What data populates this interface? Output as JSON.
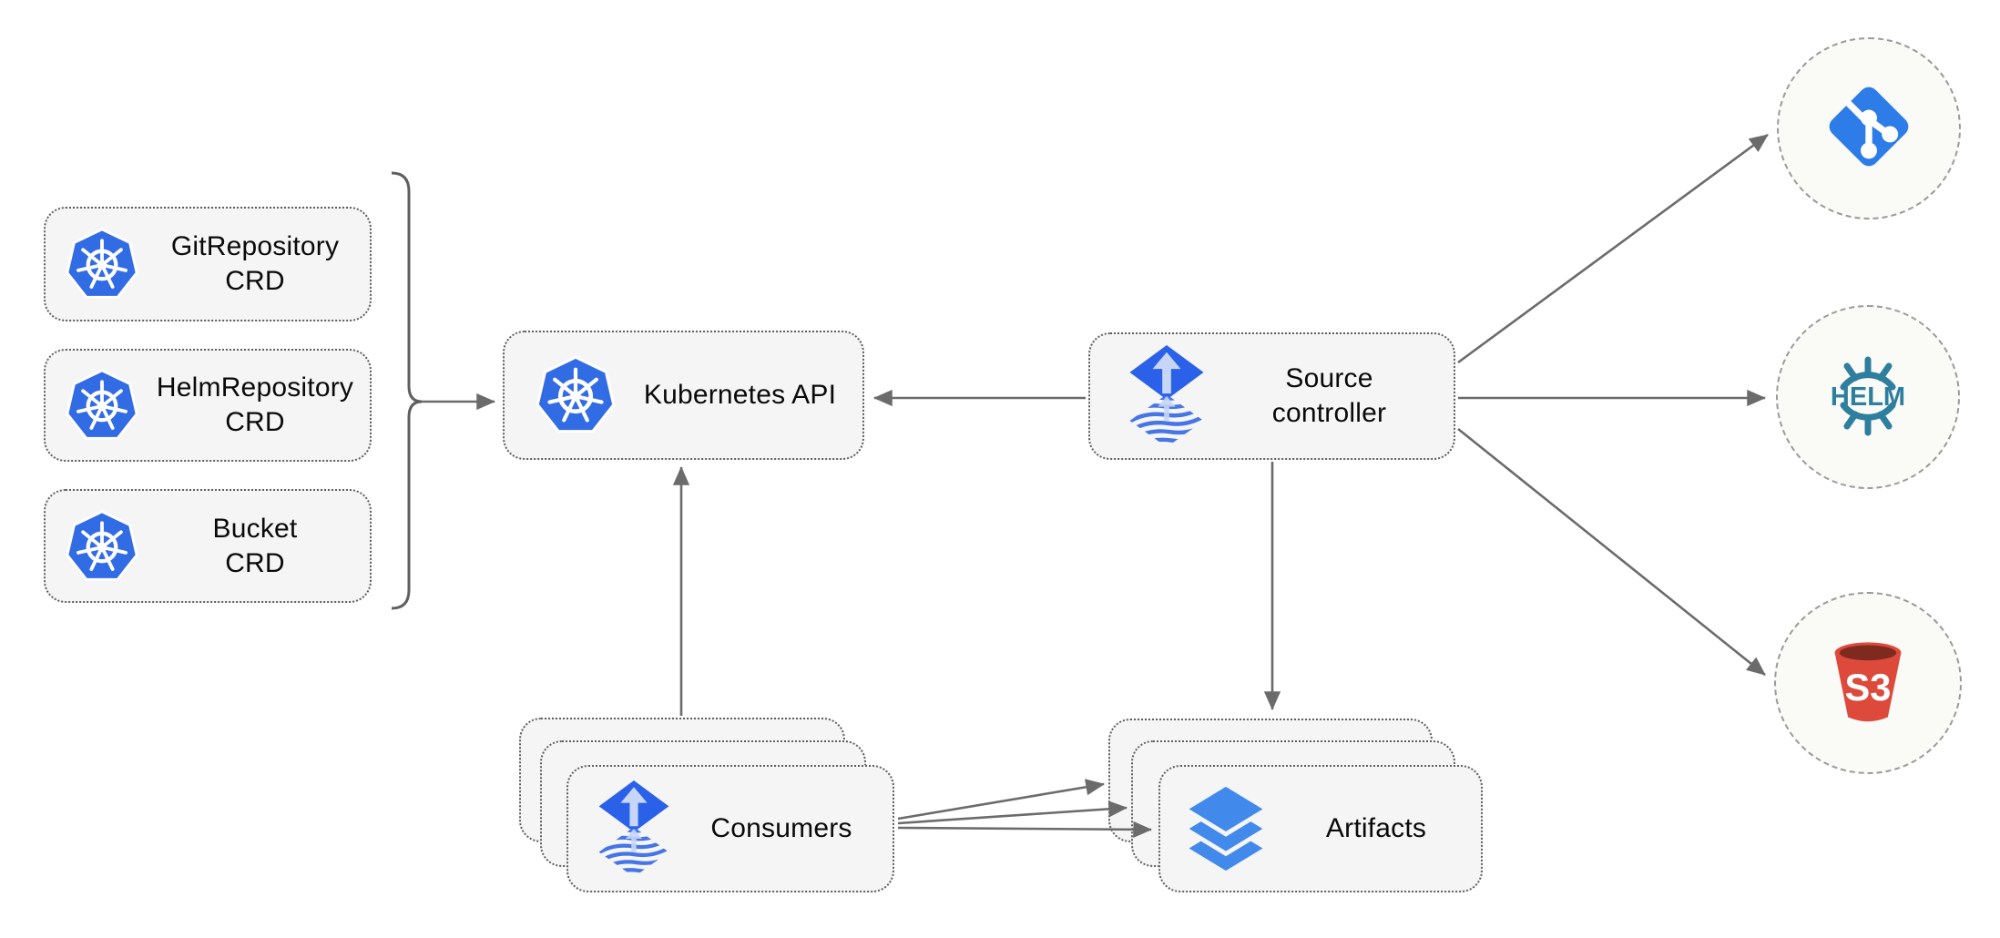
{
  "diagram": {
    "nodes": {
      "git_repository_crd": {
        "line1": "GitRepository",
        "line2": "CRD"
      },
      "helm_repository_crd": {
        "line1": "HelmRepository",
        "line2": "CRD"
      },
      "bucket_crd": {
        "line1": "Bucket",
        "line2": "CRD"
      },
      "kubernetes_api": {
        "label": "Kubernetes API"
      },
      "source_controller": {
        "line1": "Source",
        "line2": "controller"
      },
      "consumers": {
        "label": "Consumers"
      },
      "artifacts": {
        "label": "Artifacts"
      }
    },
    "endpoints": {
      "git": {
        "icon": "git-icon"
      },
      "helm": {
        "icon": "helm-icon",
        "text": "HELM"
      },
      "s3": {
        "icon": "s3-bucket-icon",
        "text": "S3"
      }
    },
    "icons": {
      "kubernetes": "kubernetes-icon",
      "flux_source": "flux-source-icon",
      "layers": "layers-icon"
    },
    "colors": {
      "kubernetes_blue": "#326CE5",
      "flux_blue": "#2B61E8",
      "flux_light_blue": "#C7D6F6",
      "flux_wave_blue": "#4575E6",
      "layers_blue": "#4289EC",
      "git_blue": "#2E7CE8",
      "helm_teal": "#2E7E9E",
      "s3_red": "#DD4A3B",
      "s3_dark_red": "#7E2A1E",
      "connector_gray": "#6B6B6B",
      "node_fill": "#F5F5F5",
      "node_border": "#5F5F5F",
      "circle_border": "#9A9A9A"
    }
  }
}
